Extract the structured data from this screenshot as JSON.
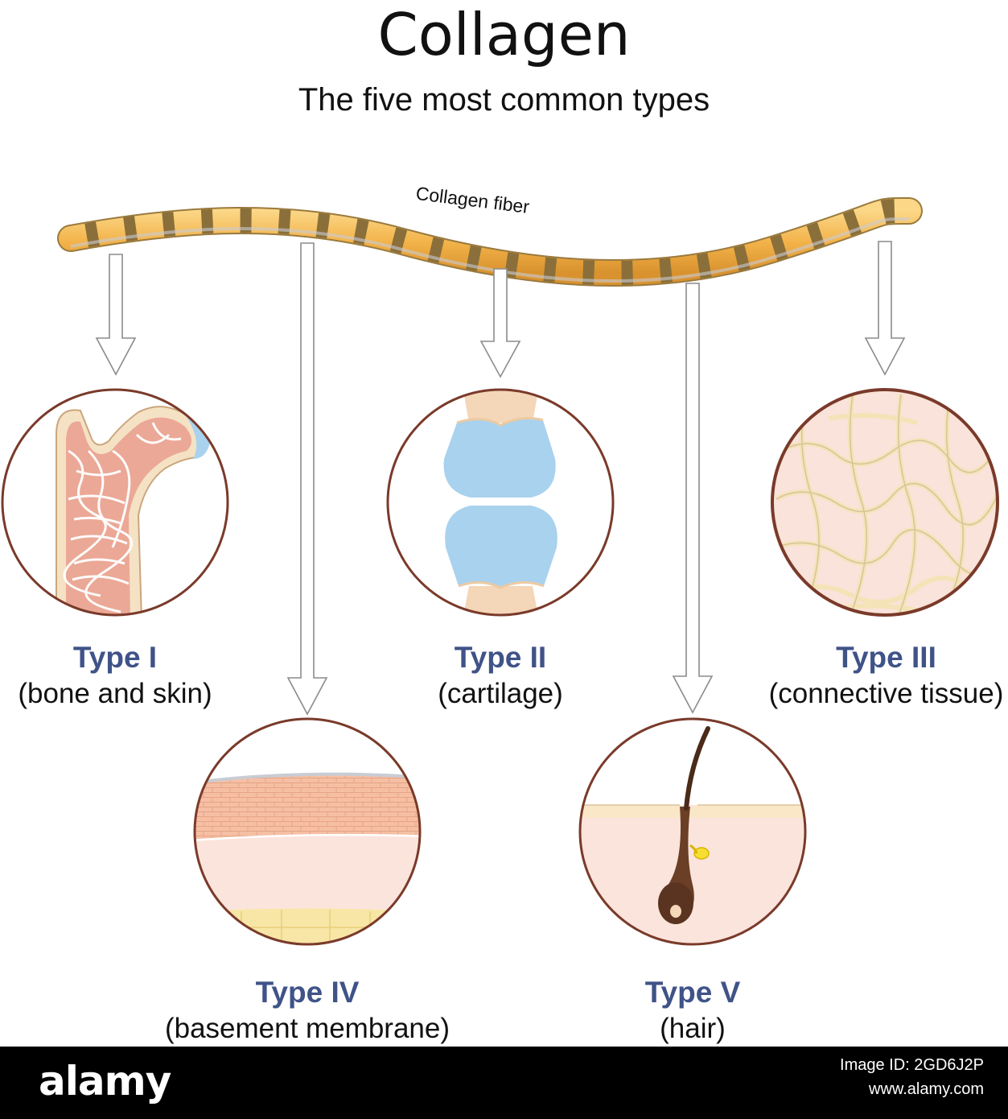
{
  "title": "Collagen",
  "subtitle": "The five most common types",
  "fiber_label": "Collagen fiber",
  "types": [
    {
      "type": "Type I",
      "desc": "(bone and skin)"
    },
    {
      "type": "Type II",
      "desc": "(cartilage)"
    },
    {
      "type": "Type III",
      "desc": "(connective tissue)"
    },
    {
      "type": "Type IV",
      "desc": "(basement membrane)"
    },
    {
      "type": "Type V",
      "desc": "(hair)"
    }
  ],
  "footer": {
    "brand": "alamy",
    "image_id": "Image ID: 2GD6J2P",
    "site": "www.alamy.com"
  },
  "colors": {
    "fiber": "#f3b74f",
    "fiber_band": "#8a6f3a",
    "circle_border": "#7a3a2a",
    "label_type": "#3f5388",
    "cartilage": "#a8d2ee",
    "skin": "#fbe4dc"
  }
}
